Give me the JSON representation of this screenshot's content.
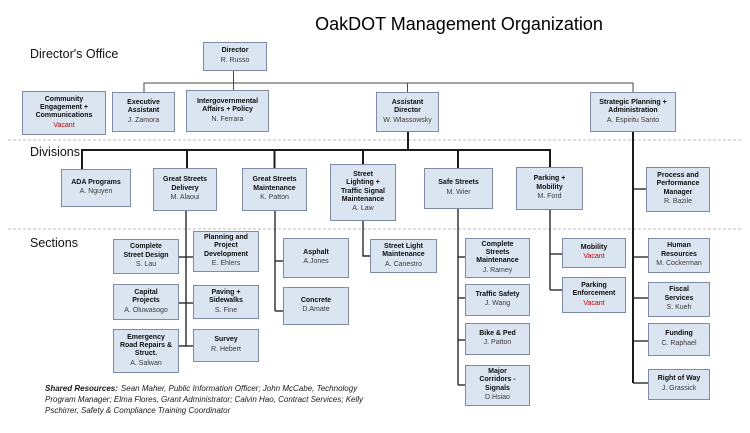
{
  "title": "OakDOT Management Organization",
  "labels": {
    "directors_office": "Director's Office",
    "divisions": "Divisions",
    "sections": "Sections"
  },
  "colors": {
    "box_fill": "#dbe5f1",
    "box_border": "#7e8ba5",
    "vacant_text": "#c00000",
    "connector_dark": "#1a1a1a",
    "divider_dashed": "#c9c9c9"
  },
  "boxes": {
    "director": {
      "title": "Director",
      "person": "R. Russo"
    },
    "community_engagement": {
      "title": "Community\nEngagement +\nCommunications",
      "person": "Vacant"
    },
    "executive_assistant": {
      "title": "Executive\nAssistant",
      "person": "J. Zamora"
    },
    "intergovernmental": {
      "title": "Intergovernmental\nAffairs + Policy",
      "person": "N. Ferrara"
    },
    "assistant_director": {
      "title": "Assistant\nDirector",
      "person": "W. Wlassowsky"
    },
    "strategic_planning": {
      "title": "Strategic Planning +\nAdministration",
      "person": "A. Espiritu Santo"
    },
    "ada_programs": {
      "title": "ADA Programs",
      "person": "A. Nguyen"
    },
    "great_streets_delivery": {
      "title": "Great Streets\nDelivery",
      "person": "M. Alaoui"
    },
    "great_streets_maintenance": {
      "title": "Great Streets\nMaintenance",
      "person": "K. Patton"
    },
    "street_lighting": {
      "title": "Street\nLighting +\nTraffic Signal\nMaintenance",
      "person": "A. Law"
    },
    "safe_streets": {
      "title": "Safe Streets",
      "person": "M. Wier"
    },
    "parking_mobility": {
      "title": "Parking +\nMobility",
      "person": "M. Ford"
    },
    "process_performance": {
      "title": "Process and\nPerformance\nManager",
      "person": "R. Bazile"
    },
    "complete_street_design": {
      "title": "Complete\nStreet Design",
      "person": "S. Lau"
    },
    "capital_projects": {
      "title": "Capital\nProjects",
      "person": "A. Oluwasogo"
    },
    "emergency_road_repairs": {
      "title": "Emergency\nRoad Repairs &\nStruct.",
      "person": "A. Salwan"
    },
    "planning_project_dev": {
      "title": "Planning and\nProject\nDevelopment",
      "person": "E. Ehlers"
    },
    "paving_sidewalks": {
      "title": "Paving +\nSidewalks",
      "person": "S. Fine"
    },
    "survey": {
      "title": "Survey",
      "person": "R. Hebert"
    },
    "asphalt": {
      "title": "Asphalt",
      "person": "A.Jones"
    },
    "concrete": {
      "title": "Concrete",
      "person": "D.Amate"
    },
    "street_light_maintenance": {
      "title": "Street Light\nMaintenance",
      "person": "A. Canestro"
    },
    "complete_streets_maintenance": {
      "title": "Complete\nStreets\nMaintenance",
      "person": "J. Ramey"
    },
    "traffic_safety": {
      "title": "Traffic Safety",
      "person": "J. Wang"
    },
    "bike_ped": {
      "title": "Bike & Ped",
      "person": "J. Patton"
    },
    "major_corridors_signals": {
      "title": "Major\nCorridors -\nSignals",
      "person": "D.Hsiao"
    },
    "mobility": {
      "title": "Mobility",
      "person": "Vacant"
    },
    "parking_enforcement": {
      "title": "Parking\nEnforcement",
      "person": "Vacant"
    },
    "human_resources": {
      "title": "Human\nResources",
      "person": "M. Cockerman"
    },
    "fiscal_services": {
      "title": "Fiscal\nServices",
      "person": "S. Kueh"
    },
    "funding": {
      "title": "Funding",
      "person": "C. Raphael"
    },
    "right_of_way": {
      "title": "Right of Way",
      "person": "J. Grassick"
    }
  },
  "footer": {
    "label": "Shared Resources:",
    "text": "Sean Maher, Public Information Officer; John McCabe, Technology Program Manager; Elma Flores, Grant Administrator; Calvin Hao, Contract Services; Kelly Pschirrer, Safety & Compliance Training Coordinator"
  }
}
